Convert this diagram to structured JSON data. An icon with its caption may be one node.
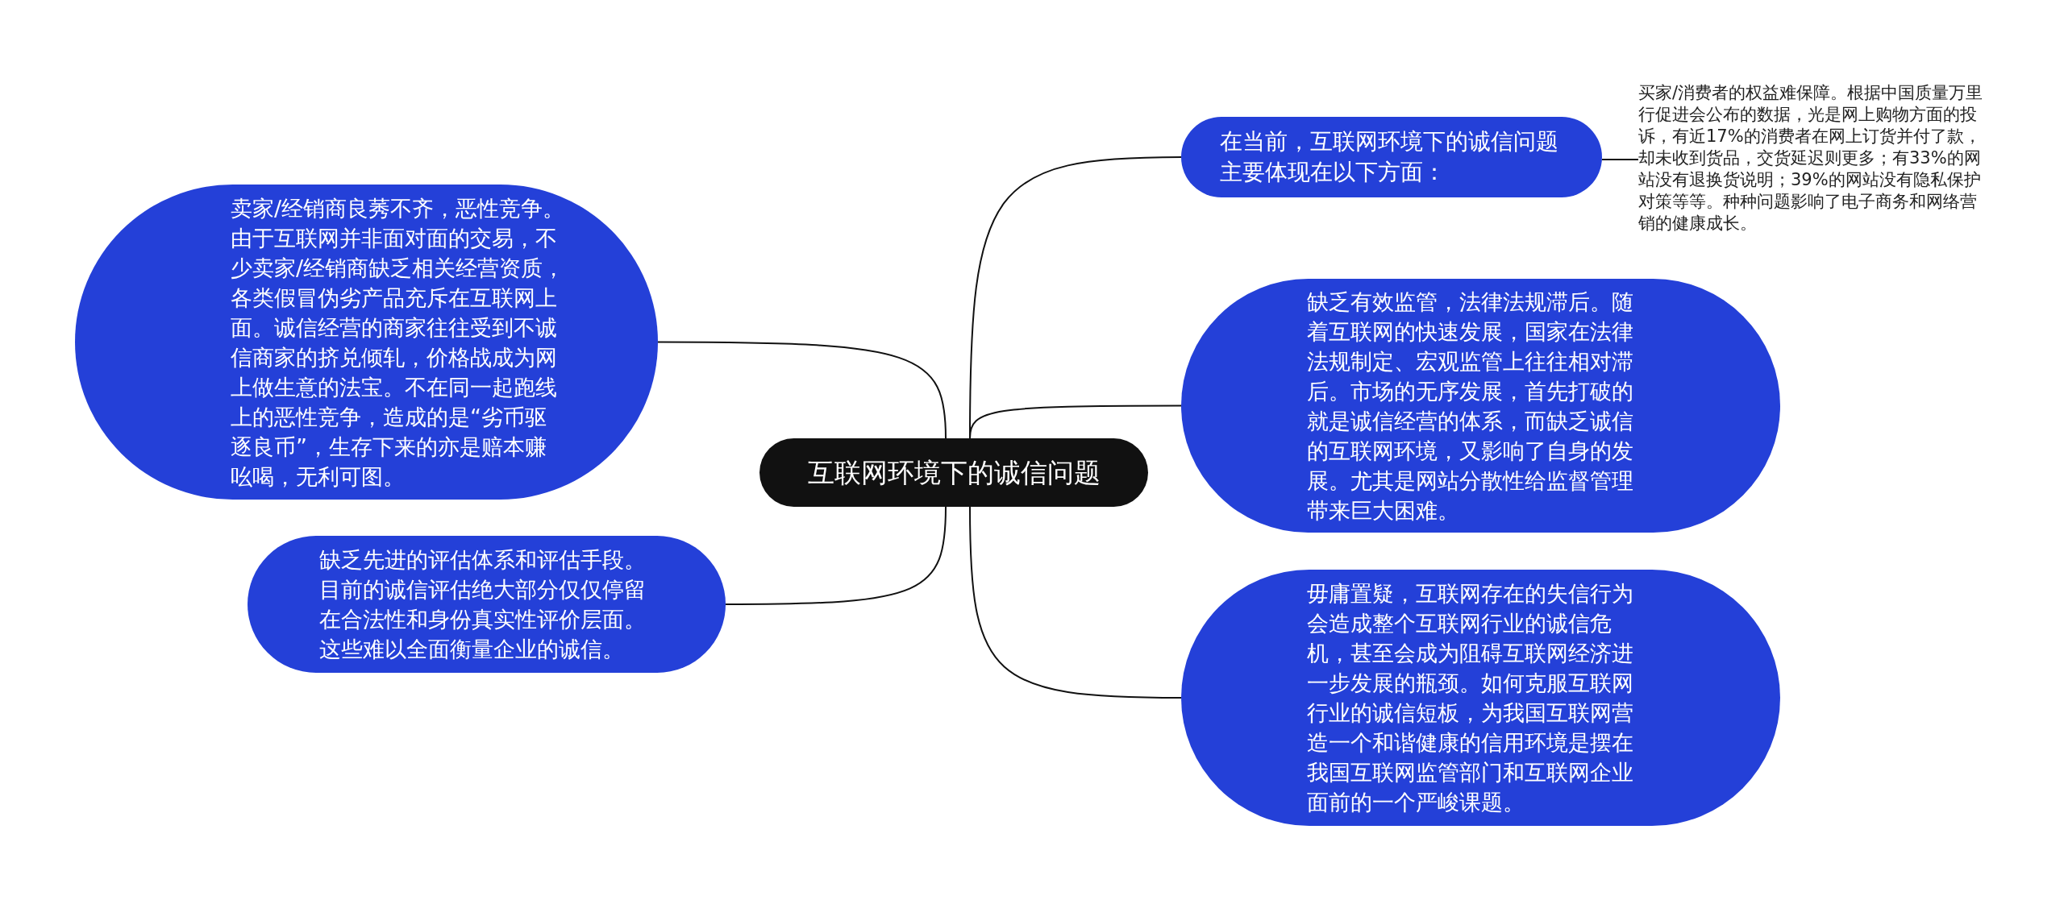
{
  "diagram": {
    "nodes": [
      {
        "text": [
          "互联网环境下的诚信问题"
        ]
      },
      {
        "text": [
          "在当前，互联网环境下的诚信问题主要体现在以下方面："
        ]
      },
      {
        "text": [
          "买家/消费者的权益难保障。根据中国质量万里行促进会公布的数据，光是网上购物方面的投诉，有近17%的消费者在网上订货并付了款，却未收到货品，交货延迟则更多；有33%的网站没有退换货说明；39%的网站没有隐私保护对策等等。种种问题影响了电子商务和网络营销的健康成长。"
        ]
      },
      {
        "text": [
          "缺乏有效监管，法律法规滞后。随着互联网的快速发展，国家在法律法规制定、宏观监管上往往相对滞后。市场的无序发展，首先打破的就是诚信经营的体系，而缺乏诚信的互联网环境，又影响了自身的发展。尤其是网站分散性给监督管理带来巨大困难。"
        ]
      },
      {
        "text": [
          "毋庸置疑，互联网存在的失信行为会造成整个互联网行业的诚信危机，甚至会成为阻碍互联网经济进一步发展的瓶颈。如何克服互联网行业的诚信短板，为我国互联网营造一个和谐健康的信用环境是摆在我国互联网监管部门和互联网企业面前的一个严峻课题。"
        ]
      },
      {
        "text": [
          "卖家/经销商良莠不齐，恶性竞争。由于互联网并非面对面的交易，不少卖家/经销商缺乏相关经营资质，各类假冒伪劣产品充斥在互联网上面。诚信经营的商家往往受到不诚信商家的挤兑倾轧，价格战成为网上做生意的法宝。不在同一起跑线上的恶性竞争，造成的是“劣币驱逐良币”，生存下来的亦是赔本赚吆喝，无利可图。"
        ]
      },
      {
        "text": [
          "缺乏先进的评估体系和评估手段。目前的诚信评估绝大部分仅仅停留在合法性和身份真实性评价层面。这些难以全面衡量企业的诚信。"
        ]
      }
    ],
    "edges": [
      {
        "from": 0,
        "to": 1,
        "arrow": "none"
      },
      {
        "from": 1,
        "to": 2,
        "arrow": "none"
      },
      {
        "from": 0,
        "to": 3,
        "arrow": "none"
      },
      {
        "from": 0,
        "to": 4,
        "arrow": "none"
      },
      {
        "from": 0,
        "to": 5,
        "arrow": "none"
      },
      {
        "from": 0,
        "to": 6,
        "arrow": "none"
      }
    ]
  }
}
